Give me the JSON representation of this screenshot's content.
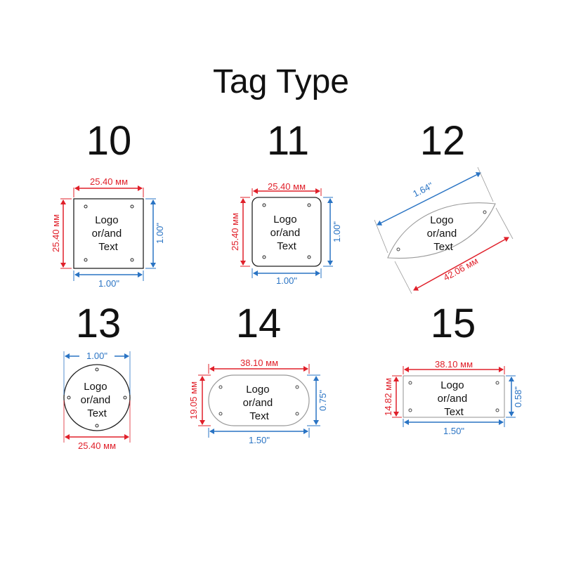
{
  "title": "Tag Type",
  "colors": {
    "metric": "#e0202a",
    "imperial": "#2a74c4",
    "outline": "#222222"
  },
  "body_text": [
    "Logo",
    "or/and",
    "Text"
  ],
  "tags": [
    {
      "number": "10",
      "shape": "square",
      "top": "25.40 мм",
      "left": "25.40 мм",
      "right": "1.00\"",
      "bottom": "1.00\""
    },
    {
      "number": "11",
      "shape": "rounded-square",
      "top": "25.40 мм",
      "left": "25.40 мм",
      "right": "1.00\"",
      "bottom": "1.00\""
    },
    {
      "number": "12",
      "shape": "leaf",
      "top": "1.64\"",
      "bottom": "42.06 мм"
    },
    {
      "number": "13",
      "shape": "circle",
      "top": "1.00\"",
      "bottom": "25.40 мм"
    },
    {
      "number": "14",
      "shape": "stadium",
      "top": "38.10 мм",
      "left": "19.05 мм",
      "right": "0.75\"",
      "bottom": "1.50\""
    },
    {
      "number": "15",
      "shape": "rectangle",
      "top": "38.10 мм",
      "left": "14.82 мм",
      "right": "0.58\"",
      "bottom": "1.50\""
    }
  ]
}
